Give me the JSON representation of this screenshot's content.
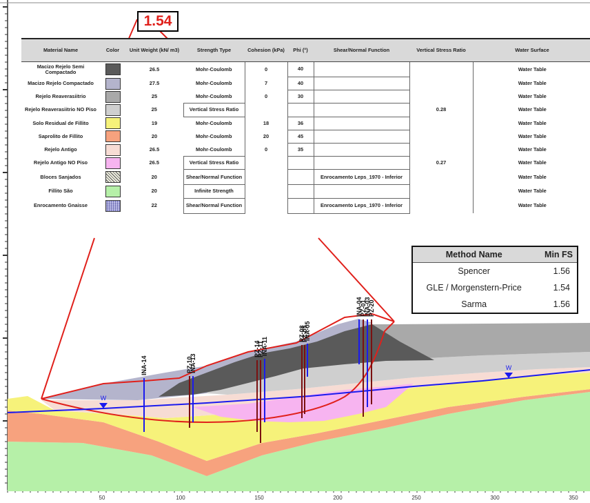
{
  "critical_fs": "1.54",
  "table": {
    "headers": [
      "Material Name",
      "Color",
      "Unit Weight (kN/ m3)",
      "Strength Type",
      "Cohesion (kPa)",
      "Phi (°)",
      "Shear/Normal Function",
      "Vertical Stress Ratio",
      "Water Surface"
    ],
    "rows": [
      {
        "name": "Macizo Rejelo Semi Compactado",
        "color": "#5a5a5a",
        "unit_weight": "26.5",
        "strength": "Mohr-Coulomb",
        "cohesion": "0",
        "phi": "40",
        "function": "",
        "ratio": "",
        "water": "Water Table"
      },
      {
        "name": "Macizo Rejelo Compactado",
        "color": "#b4b4cc",
        "unit_weight": "27.5",
        "strength": "Mohr-Coulomb",
        "cohesion": "7",
        "phi": "40",
        "function": "",
        "ratio": "",
        "water": "Water Table"
      },
      {
        "name": "Rejelo Reaverasiitrio",
        "color": "#a9a9a9",
        "unit_weight": "25",
        "strength": "Mohr-Coulomb",
        "cohesion": "0",
        "phi": "30",
        "function": "",
        "ratio": "",
        "water": "Water Table"
      },
      {
        "name": "Rejelo Reaverasiitrio NO Piso",
        "color": "#cfcfcf",
        "unit_weight": "25",
        "strength": "Vertical Stress Ratio",
        "cohesion": "",
        "phi": "",
        "function": "",
        "ratio": "0.28",
        "water": "Water Table"
      },
      {
        "name": "Solo Residual de Fillito",
        "color": "#f6f27a",
        "unit_weight": "19",
        "strength": "Mohr-Coulomb",
        "cohesion": "18",
        "phi": "36",
        "function": "",
        "ratio": "",
        "water": "Water Table"
      },
      {
        "name": "Saprolito de Fillito",
        "color": "#f7a27e",
        "unit_weight": "20",
        "strength": "Mohr-Coulomb",
        "cohesion": "20",
        "phi": "45",
        "function": "",
        "ratio": "",
        "water": "Water Table"
      },
      {
        "name": "Rejelo Antigo",
        "color": "#f7dcd4",
        "unit_weight": "26.5",
        "strength": "Mohr-Coulomb",
        "cohesion": "0",
        "phi": "35",
        "function": "",
        "ratio": "",
        "water": "Water Table"
      },
      {
        "name": "Rejelo Antigo NO Piso",
        "color": "#f7b4f0",
        "unit_weight": "26.5",
        "strength": "Vertical Stress Ratio",
        "cohesion": "",
        "phi": "",
        "function": "",
        "ratio": "0.27",
        "water": "Water Table"
      },
      {
        "name": "Bloces Sanjados",
        "color": "pattern",
        "unit_weight": "20",
        "strength": "Shear/Normal Function",
        "cohesion": "",
        "phi": "",
        "function": "Enrocamento Leps_1970 - Inferior",
        "ratio": "",
        "water": "Water Table"
      },
      {
        "name": "Fillito São",
        "color": "#b6f0a8",
        "unit_weight": "20",
        "strength": "Infinite Strength",
        "cohesion": "",
        "phi": "",
        "function": "",
        "ratio": "",
        "water": "Water Table"
      },
      {
        "name": "Enrocamento Gnaisse",
        "color": "dots",
        "unit_weight": "22",
        "strength": "Shear/Normal Function",
        "cohesion": "",
        "phi": "",
        "function": "Enrocamento Leps_1970 - Inferior",
        "ratio": "",
        "water": "Water Table"
      }
    ]
  },
  "fs_table": {
    "headers": [
      "Method Name",
      "Min FS"
    ],
    "rows": [
      {
        "method": "Spencer",
        "fs": "1.56"
      },
      {
        "method": "GLE / Morgenstern-Price",
        "fs": "1.54"
      },
      {
        "method": "Sarma",
        "fs": "1.56"
      }
    ]
  },
  "instruments": [
    {
      "label": "INA-14"
    },
    {
      "label": "PZ-10"
    },
    {
      "label": "INA-13"
    },
    {
      "label": "PZ-14"
    },
    {
      "label": "PZ-11"
    },
    {
      "label": "INA-11"
    },
    {
      "label": "PZ-08"
    },
    {
      "label": "PZ-05"
    },
    {
      "label": "INA-05"
    },
    {
      "label": "INA-04"
    },
    {
      "label": "PZ-01"
    },
    {
      "label": "INA-03"
    },
    {
      "label": "PZ-20"
    }
  ],
  "water_marker": "W",
  "x_axis_ticks": [
    "50",
    "100",
    "150",
    "200",
    "250",
    "300",
    "350"
  ],
  "colors": {
    "slip_surface": "#e0201b",
    "water_table": "#1a1aee",
    "instrument": "#1a1aee",
    "piezometer": "#7a1010"
  }
}
